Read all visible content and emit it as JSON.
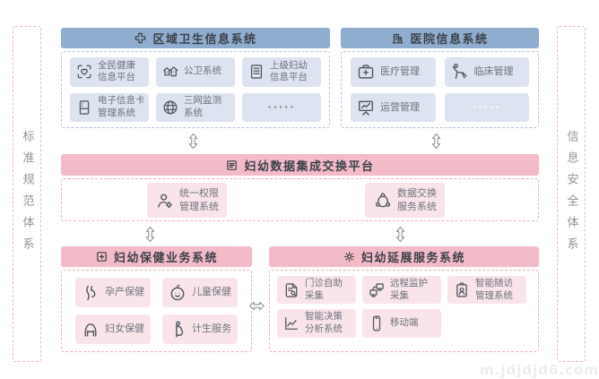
{
  "side_left": {
    "label": "标准规范体系"
  },
  "side_right": {
    "label": "信息安全体系"
  },
  "regional": {
    "title": "区域卫生信息系统",
    "items": [
      {
        "label": "全民健康\n信息平台"
      },
      {
        "label": "公卫系统"
      },
      {
        "label": "上级妇幼\n信息平台"
      },
      {
        "label": "电子信息卡\n管理系统"
      },
      {
        "label": "三网监测\n系统"
      },
      {
        "label": "·····"
      }
    ]
  },
  "hospital": {
    "title": "医院信息系统",
    "items": [
      {
        "label": "医疗管理"
      },
      {
        "label": "临床管理"
      },
      {
        "label": "运营管理"
      },
      {
        "label": "·····"
      }
    ]
  },
  "platform": {
    "title": "妇幼数据集成交换平台",
    "items": [
      {
        "label": "统一权限\n管理系统"
      },
      {
        "label": "数据交换\n服务系统"
      }
    ]
  },
  "care": {
    "title": "妇幼保健业务系统",
    "items": [
      {
        "label": "孕产保健"
      },
      {
        "label": "儿童保健"
      },
      {
        "label": "妇女保健"
      },
      {
        "label": "计生服务"
      }
    ]
  },
  "extend": {
    "title": "妇幼延展服务系统",
    "items": [
      {
        "label": "门诊自助\n采集"
      },
      {
        "label": "远程监护\n采集"
      },
      {
        "label": "智能随访\n管理系统"
      },
      {
        "label": "智能决策\n分析系统"
      },
      {
        "label": "移动端"
      }
    ]
  },
  "watermark": "m.jdjdjd6.com",
  "colors": {
    "blue_header": "#8fadce",
    "blue_box": "#dde3f0",
    "pink_header": "#f3bac8",
    "pink_box": "#f9e4ea"
  }
}
